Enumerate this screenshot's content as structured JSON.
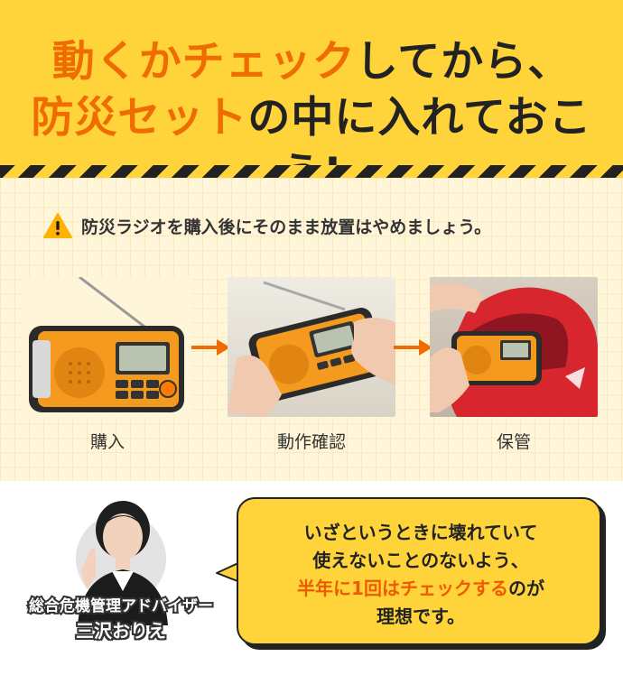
{
  "headline": {
    "line1_hl": "動くかチェック",
    "line1_rest": "してから、",
    "line2_hl": "防災セット",
    "line2_mid": "の中に入れておこう",
    "line2_end": "!"
  },
  "warning": {
    "icon": "warning-icon",
    "text": "防災ラジオを購入後にそのまま放置はやめましょう。"
  },
  "steps": [
    {
      "caption": "購入"
    },
    {
      "caption": "動作確認"
    },
    {
      "caption": "保管"
    }
  ],
  "advisor": {
    "role": "総合危機管理アドバイザー",
    "name": "三沢おりえ"
  },
  "bubble": {
    "line1": "いざというときに壊れていて",
    "line2": "使えないことのないよう、",
    "line3_emph": "半年に1回はチェックする",
    "line3_rest": "のが",
    "line4": "理想です。"
  },
  "colors": {
    "yellow": "#ffd43b",
    "orange": "#ef6c00",
    "dark": "#222222"
  }
}
